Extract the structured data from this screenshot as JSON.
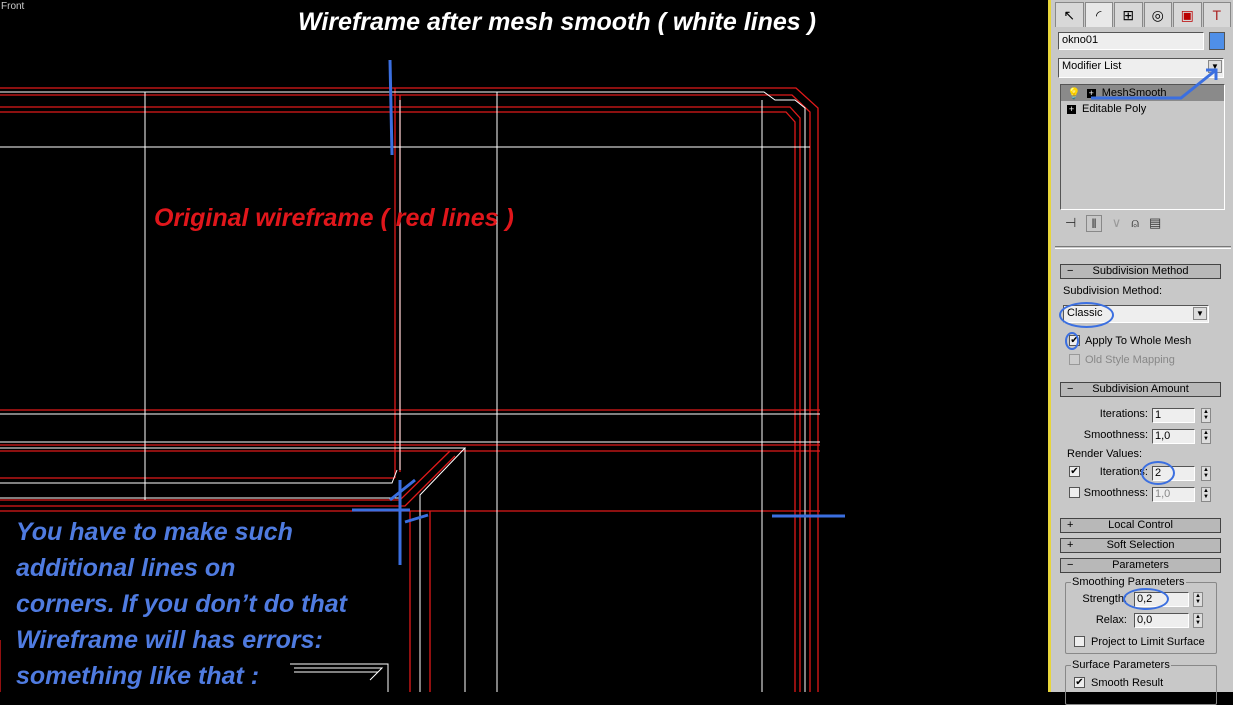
{
  "viewport": {
    "label": "Front",
    "title_note": "Wireframe after mesh smooth ( white lines )",
    "red_note": "Original wireframe ( red lines )",
    "blue_note": [
      "You have to make such",
      "additional lines on",
      "corners. If you don’t do that",
      "Wireframe will has errors:",
      "something like that :"
    ]
  },
  "panel": {
    "tabs": [
      "create-icon",
      "modify-icon",
      "hierarchy-icon",
      "motion-icon",
      "display-icon",
      "utilities-icon"
    ],
    "object_name": "okno01",
    "object_color": "#4f8fe8",
    "modifier_list": "Modifier List",
    "stack": [
      "MeshSmooth",
      "Editable Poly"
    ],
    "subdivision_method": {
      "header": "Subdivision Method",
      "label": "Subdivision Method:",
      "value": "Classic",
      "apply_whole_mesh": "Apply To Whole Mesh",
      "old_style_mapping": "Old Style Mapping"
    },
    "subdivision_amount": {
      "header": "Subdivision Amount",
      "iterations_label": "Iterations:",
      "iterations": "1",
      "smoothness_label": "Smoothness:",
      "smoothness": "1,0",
      "render_values": "Render Values:",
      "render_iterations_label": "Iterations:",
      "render_iterations": "2",
      "render_smoothness_label": "Smoothness:",
      "render_smoothness": "1,0"
    },
    "local_control": "Local Control",
    "soft_selection": "Soft Selection",
    "parameters": {
      "header": "Parameters",
      "smoothing_group": "Smoothing Parameters",
      "strength_label": "Strength:",
      "strength": "0,2",
      "relax_label": "Relax:",
      "relax": "0,0",
      "project_limit": "Project to Limit Surface",
      "surface_group": "Surface Parameters",
      "smooth_result": "Smooth Result"
    }
  }
}
